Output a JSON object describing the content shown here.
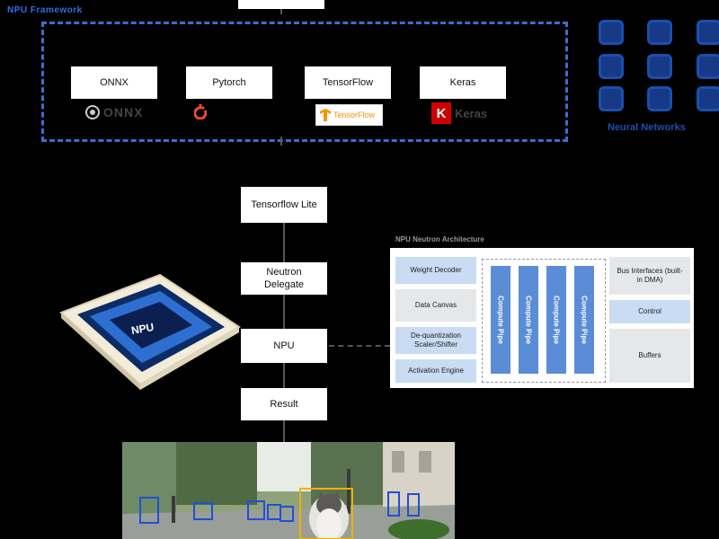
{
  "top_label": "NPU Framework",
  "frameworks": [
    {
      "name": "ONNX",
      "logo_text": "ONNX"
    },
    {
      "name": "Pytorch",
      "logo_text": ""
    },
    {
      "name": "TensorFlow",
      "logo_text": "TensorFlow"
    },
    {
      "name": "Keras",
      "logo_text": "Keras"
    }
  ],
  "neural_network_label": "Neural Networks",
  "flow": {
    "step1": "Tensorflow Lite",
    "step2": "Neutron Delegate",
    "step3": "NPU",
    "step4": "Result"
  },
  "chip_label": "NPU",
  "arch": {
    "title": "NPU Neutron Architecture",
    "left": [
      "Weight Decoder",
      "Data Canvas",
      "De-quantization Scaler/Shifter",
      "Activation Engine"
    ],
    "pipes": [
      "Compute Pipe",
      "Compute Pipe",
      "Compute Pipe",
      "Compute Pipe"
    ],
    "right": [
      "Bus Interfaces (built-in DMA)",
      "Control",
      "Buffers"
    ]
  },
  "colors": {
    "frame_blue": "#3a6fd0",
    "pipe_blue": "#5b8dd6",
    "light_blue": "#c9dcf3"
  }
}
